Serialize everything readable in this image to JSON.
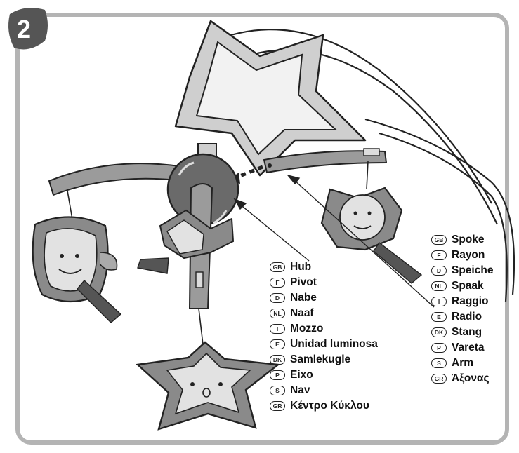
{
  "step": {
    "number": "2"
  },
  "hub_labels": [
    {
      "code": "GB",
      "text": "Hub"
    },
    {
      "code": "F",
      "text": "Pivot"
    },
    {
      "code": "D",
      "text": "Nabe"
    },
    {
      "code": "NL",
      "text": "Naaf"
    },
    {
      "code": "I",
      "text": "Mozzo"
    },
    {
      "code": "E",
      "text": "Unidad luminosa"
    },
    {
      "code": "DK",
      "text": "Samlekugle"
    },
    {
      "code": "P",
      "text": "Eixo"
    },
    {
      "code": "S",
      "text": "Nav"
    },
    {
      "code": "GR",
      "text": "Κέντρο Κύκλου"
    }
  ],
  "spoke_labels": [
    {
      "code": "GB",
      "text": "Spoke"
    },
    {
      "code": "F",
      "text": "Rayon"
    },
    {
      "code": "D",
      "text": "Speiche"
    },
    {
      "code": "NL",
      "text": "Spaak"
    },
    {
      "code": "I",
      "text": "Raggio"
    },
    {
      "code": "E",
      "text": "Radio"
    },
    {
      "code": "DK",
      "text": "Stang"
    },
    {
      "code": "P",
      "text": "Vareta"
    },
    {
      "code": "S",
      "text": "Arm"
    },
    {
      "code": "GR",
      "text": "Άξονας"
    }
  ],
  "colors": {
    "frame": "#b4b4b4",
    "badge": "#555555",
    "toy_fill": "#8a8a8a",
    "toy_face": "#e2e2e2",
    "hub": "#6a6a6a"
  }
}
